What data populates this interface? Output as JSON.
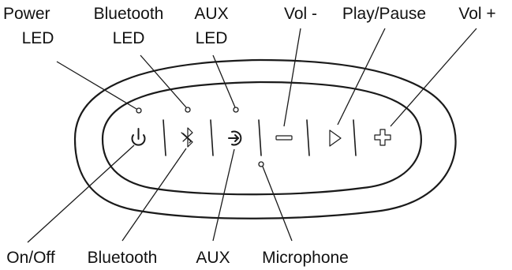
{
  "labels": {
    "power_led": [
      "Power",
      "LED"
    ],
    "bluetooth_led": [
      "Bluetooth",
      "LED"
    ],
    "aux_led": [
      "AUX",
      "LED"
    ],
    "vol_minus": "Vol -",
    "play_pause": "Play/Pause",
    "vol_plus": "Vol +",
    "on_off": "On/Off",
    "bluetooth": "Bluetooth",
    "aux": "AUX",
    "microphone": "Microphone"
  },
  "icons": {
    "power": "power-icon",
    "bluetooth": "bluetooth-icon",
    "aux": "aux-input-icon",
    "minus": "minus-icon",
    "play": "play-icon",
    "plus": "plus-icon"
  }
}
